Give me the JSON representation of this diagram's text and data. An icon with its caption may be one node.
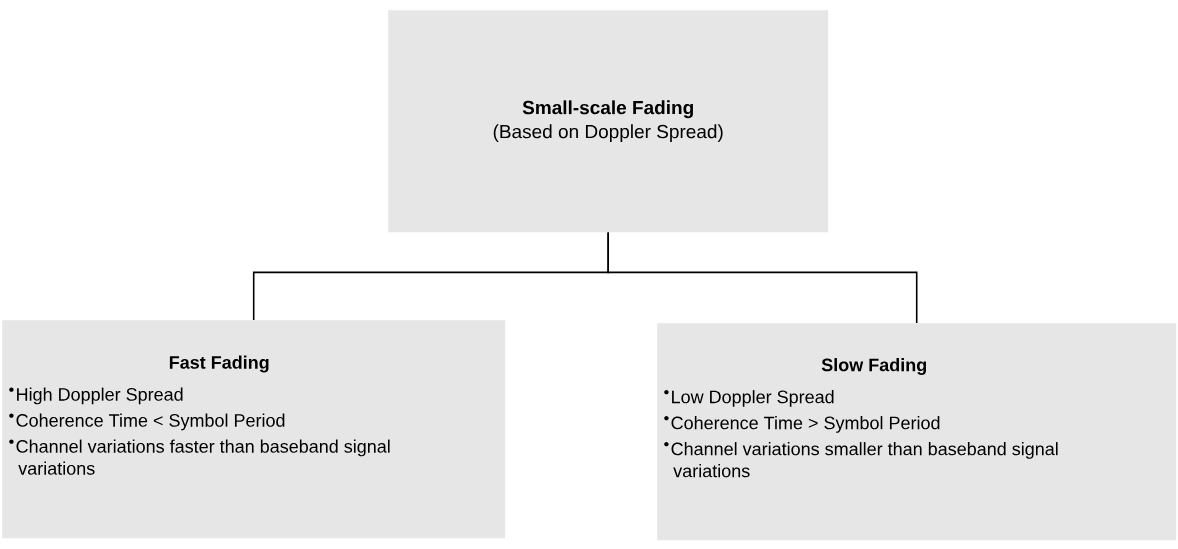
{
  "diagram": {
    "nodes": [
      {
        "text": [
          "Small-scale Fading",
          "(Based on Doppler Spread)"
        ]
      },
      {
        "text": [
          "Fast Fading",
          "High Doppler Spread",
          "Coherence Time < Symbol Period",
          "Channel variations faster than baseband signal variations"
        ]
      },
      {
        "text": [
          "Slow Fading",
          "Low Doppler Spread",
          "Coherence Time > Symbol Period",
          "Channel variations smaller than baseband signal variations"
        ]
      }
    ],
    "edges": [
      {
        "from": 0,
        "to": 1,
        "arrow": "none"
      },
      {
        "from": 0,
        "to": 2,
        "arrow": "none"
      }
    ]
  }
}
